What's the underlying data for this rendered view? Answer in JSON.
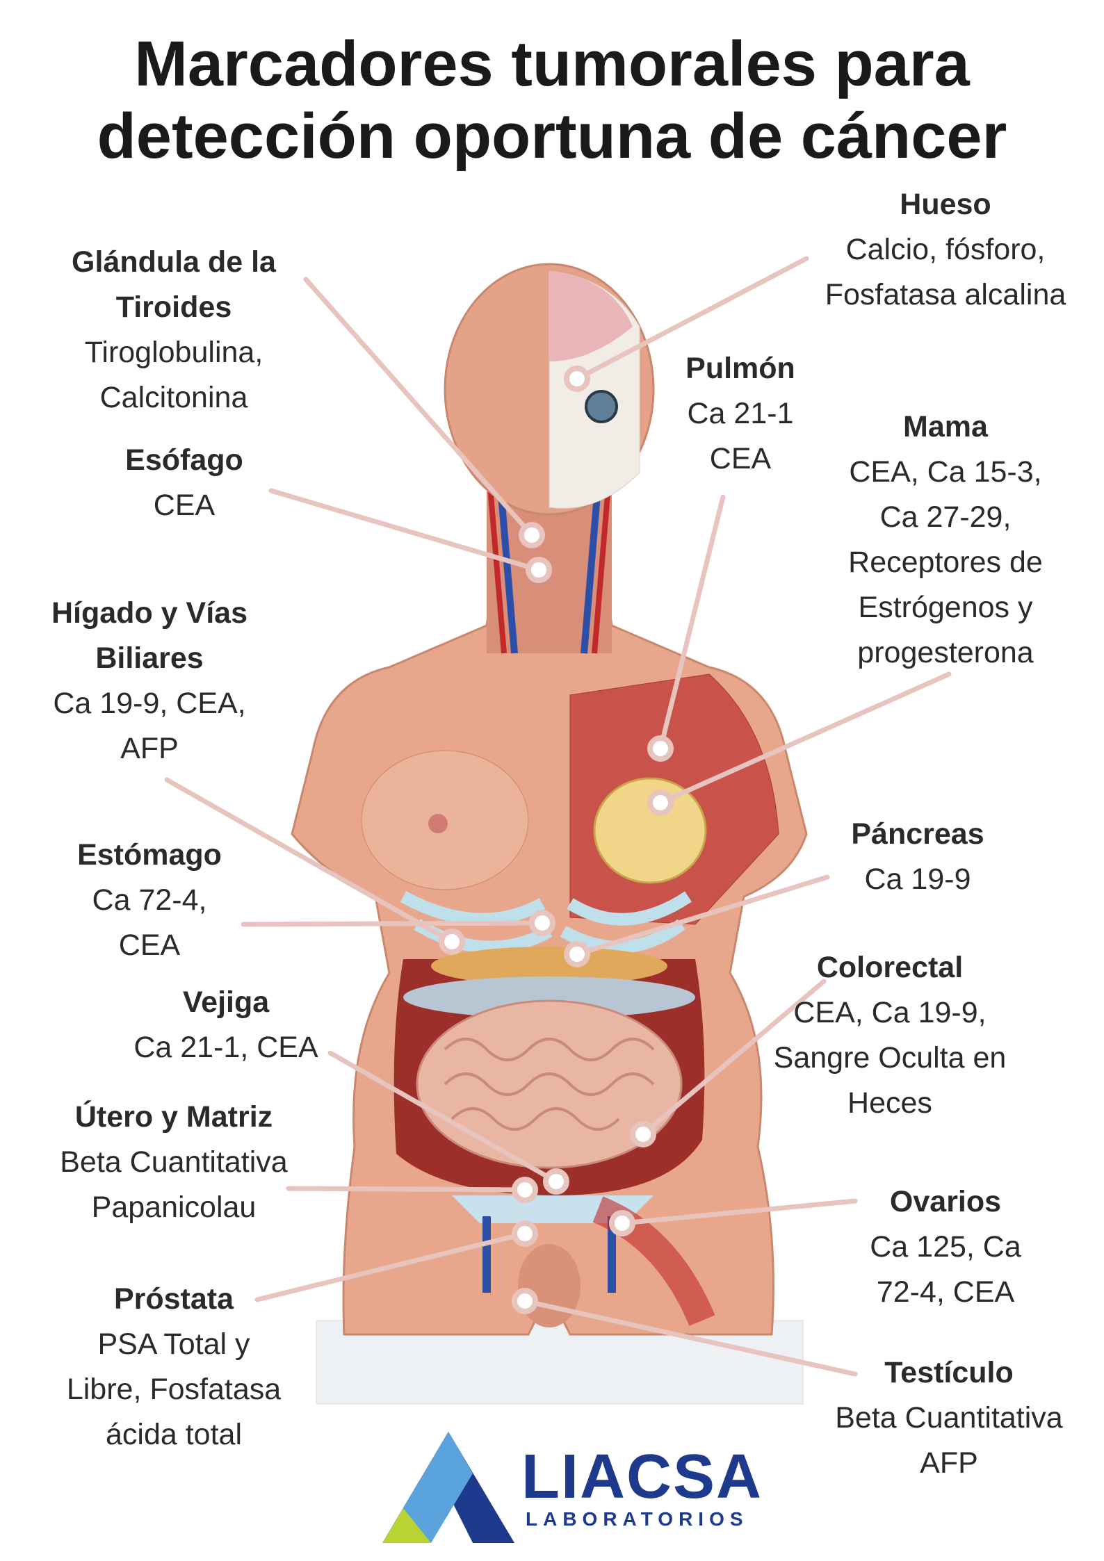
{
  "title": {
    "line1": "Marcadores tumorales para",
    "line2": "detección oportuna de cáncer"
  },
  "labels": {
    "tiroides": {
      "name_lines": [
        "Glándula de la",
        "Tiroides"
      ],
      "markers": [
        "Tiroglobulina,",
        "Calcitonina"
      ]
    },
    "esofago": {
      "name_lines": [
        "Esófago"
      ],
      "markers": [
        "CEA"
      ]
    },
    "higado": {
      "name_lines": [
        "Hígado y Vías",
        "Biliares"
      ],
      "markers": [
        "Ca 19-9, CEA,",
        "AFP"
      ]
    },
    "estomago": {
      "name_lines": [
        "Estómago"
      ],
      "markers": [
        "Ca 72-4,",
        "CEA"
      ]
    },
    "vejiga": {
      "name_lines": [
        "Vejiga"
      ],
      "markers": [
        "Ca 21-1, CEA"
      ]
    },
    "utero": {
      "name_lines": [
        "Útero y Matriz"
      ],
      "markers": [
        "Beta Cuantitativa",
        "Papanicolau"
      ]
    },
    "prostata": {
      "name_lines": [
        "Próstata"
      ],
      "markers": [
        "PSA Total y",
        "Libre, Fosfatasa",
        "ácida total"
      ]
    },
    "hueso": {
      "name_lines": [
        "Hueso"
      ],
      "markers": [
        "Calcio, fósforo,",
        "Fosfatasa alcalina"
      ]
    },
    "pulmon": {
      "name_lines": [
        "Pulmón"
      ],
      "markers": [
        "Ca 21-1",
        "CEA"
      ]
    },
    "mama": {
      "name_lines": [
        "Mama"
      ],
      "markers": [
        "CEA, Ca 15-3,",
        "Ca 27-29,",
        "Receptores de",
        "Estrógenos y",
        "progesterona"
      ]
    },
    "pancreas": {
      "name_lines": [
        "Páncreas"
      ],
      "markers": [
        "Ca 19-9"
      ]
    },
    "colorectal": {
      "name_lines": [
        "Colorectal"
      ],
      "markers": [
        "CEA, Ca 19-9,",
        "Sangre Oculta en",
        "Heces"
      ]
    },
    "ovarios": {
      "name_lines": [
        "Ovarios"
      ],
      "markers": [
        "Ca 125, Ca",
        "72-4, CEA"
      ]
    },
    "testiculo": {
      "name_lines": [
        "Testículo"
      ],
      "markers": [
        "Beta Cuantitativa",
        "AFP"
      ]
    }
  },
  "logo": {
    "brand": "LIACSA",
    "subtitle": "LABORATORIOS"
  },
  "colors": {
    "leader_line": "#e8c4bf",
    "skin": "#e8a78c",
    "muscle": "#c9524a",
    "brand_blue": "#1e3a8c",
    "brand_green": "#b7d433"
  }
}
